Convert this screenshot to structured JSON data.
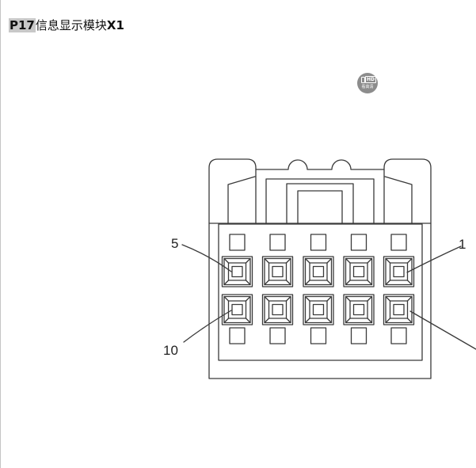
{
  "title": {
    "code": "P17",
    "name": "信息显示模块",
    "connector": "X1"
  },
  "hd_button": {
    "badge": "HD",
    "label": "看高清"
  },
  "diagram": {
    "pin_labels": {
      "pin_5": "5",
      "pin_1": "1",
      "pin_10": "10"
    }
  },
  "colors": {
    "title_highlight": "#c8c8c8",
    "hd_button": "#8c8c8c",
    "line": "#3a3a3a"
  }
}
